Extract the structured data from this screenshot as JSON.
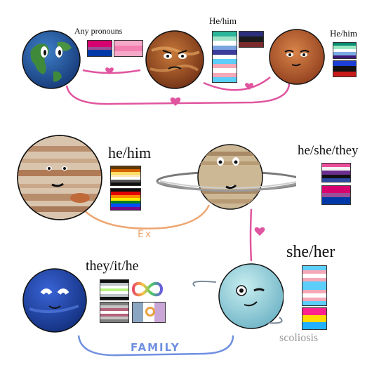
{
  "row1": {
    "earth": {
      "pronouns": "Any pronouns"
    },
    "venus": {
      "pronouns": "He/him"
    },
    "mars": {
      "pronouns": "He/him"
    }
  },
  "row2": {
    "jupiter": {
      "pronouns": "he/him",
      "relation": "Ex"
    },
    "saturn": {
      "pronouns": "he/she/they"
    }
  },
  "row3": {
    "neptune": {
      "pronouns": "they/it/he"
    },
    "uranus": {
      "pronouns": "she/her",
      "note": "scoliosis"
    },
    "relation": "FAMILY"
  },
  "colors": {
    "pink_line": "#e0559f",
    "orange_line": "#eda672",
    "blue_line": "#6f8fe0"
  }
}
